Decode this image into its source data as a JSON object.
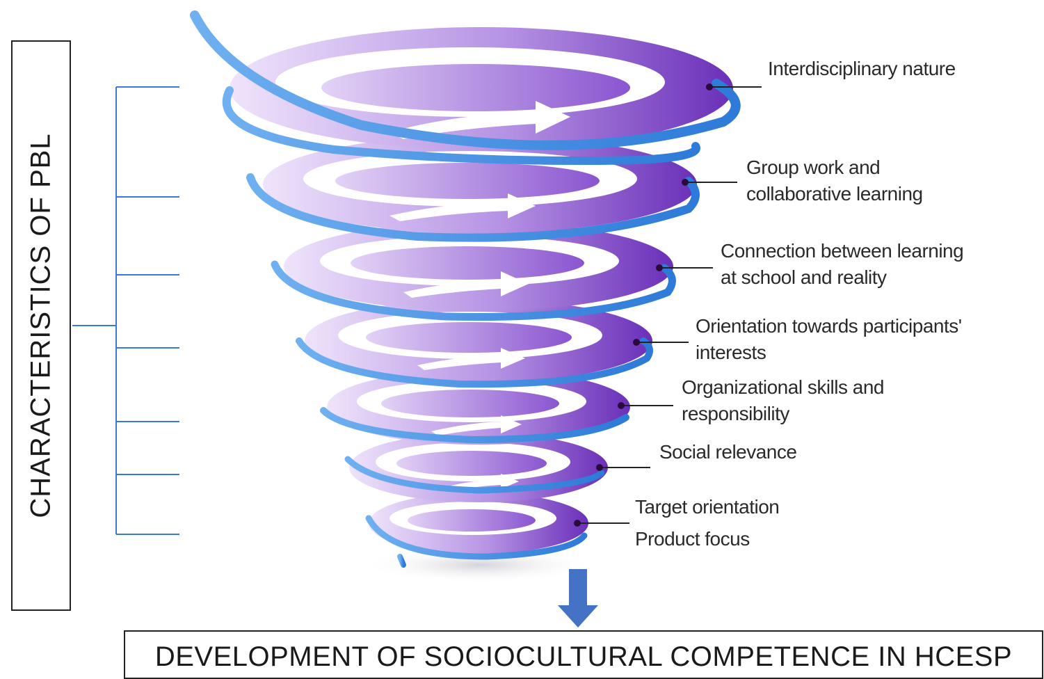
{
  "side_label": "CHARACTERISTICS  OF  PBL",
  "bottom_label": "DEVELOPMENT  OF  SOCIOCULTURAL  COMPETENCE  IN  HCESP",
  "items": [
    {
      "line1": "Interdisciplinary nature",
      "line2": ""
    },
    {
      "line1": "Group work and",
      "line2": "collaborative learning"
    },
    {
      "line1": "Connection between learning",
      "line2": "at school and reality"
    },
    {
      "line1": "Orientation towards participants'",
      "line2": "interests"
    },
    {
      "line1": "Organizational skills and",
      "line2": "responsibility"
    },
    {
      "line1": "Social relevance",
      "line2": ""
    },
    {
      "line1": "Target orientation",
      "line2": ""
    },
    {
      "line1": "Product focus",
      "line2": ""
    }
  ],
  "colors": {
    "ring_purple": "#7b3fc8",
    "ring_light": "#d9c6f0",
    "spiral_blue": "#3f8fe0",
    "arrow_blue": "#3f6fd0",
    "bracket_blue": "#3a78d8"
  }
}
